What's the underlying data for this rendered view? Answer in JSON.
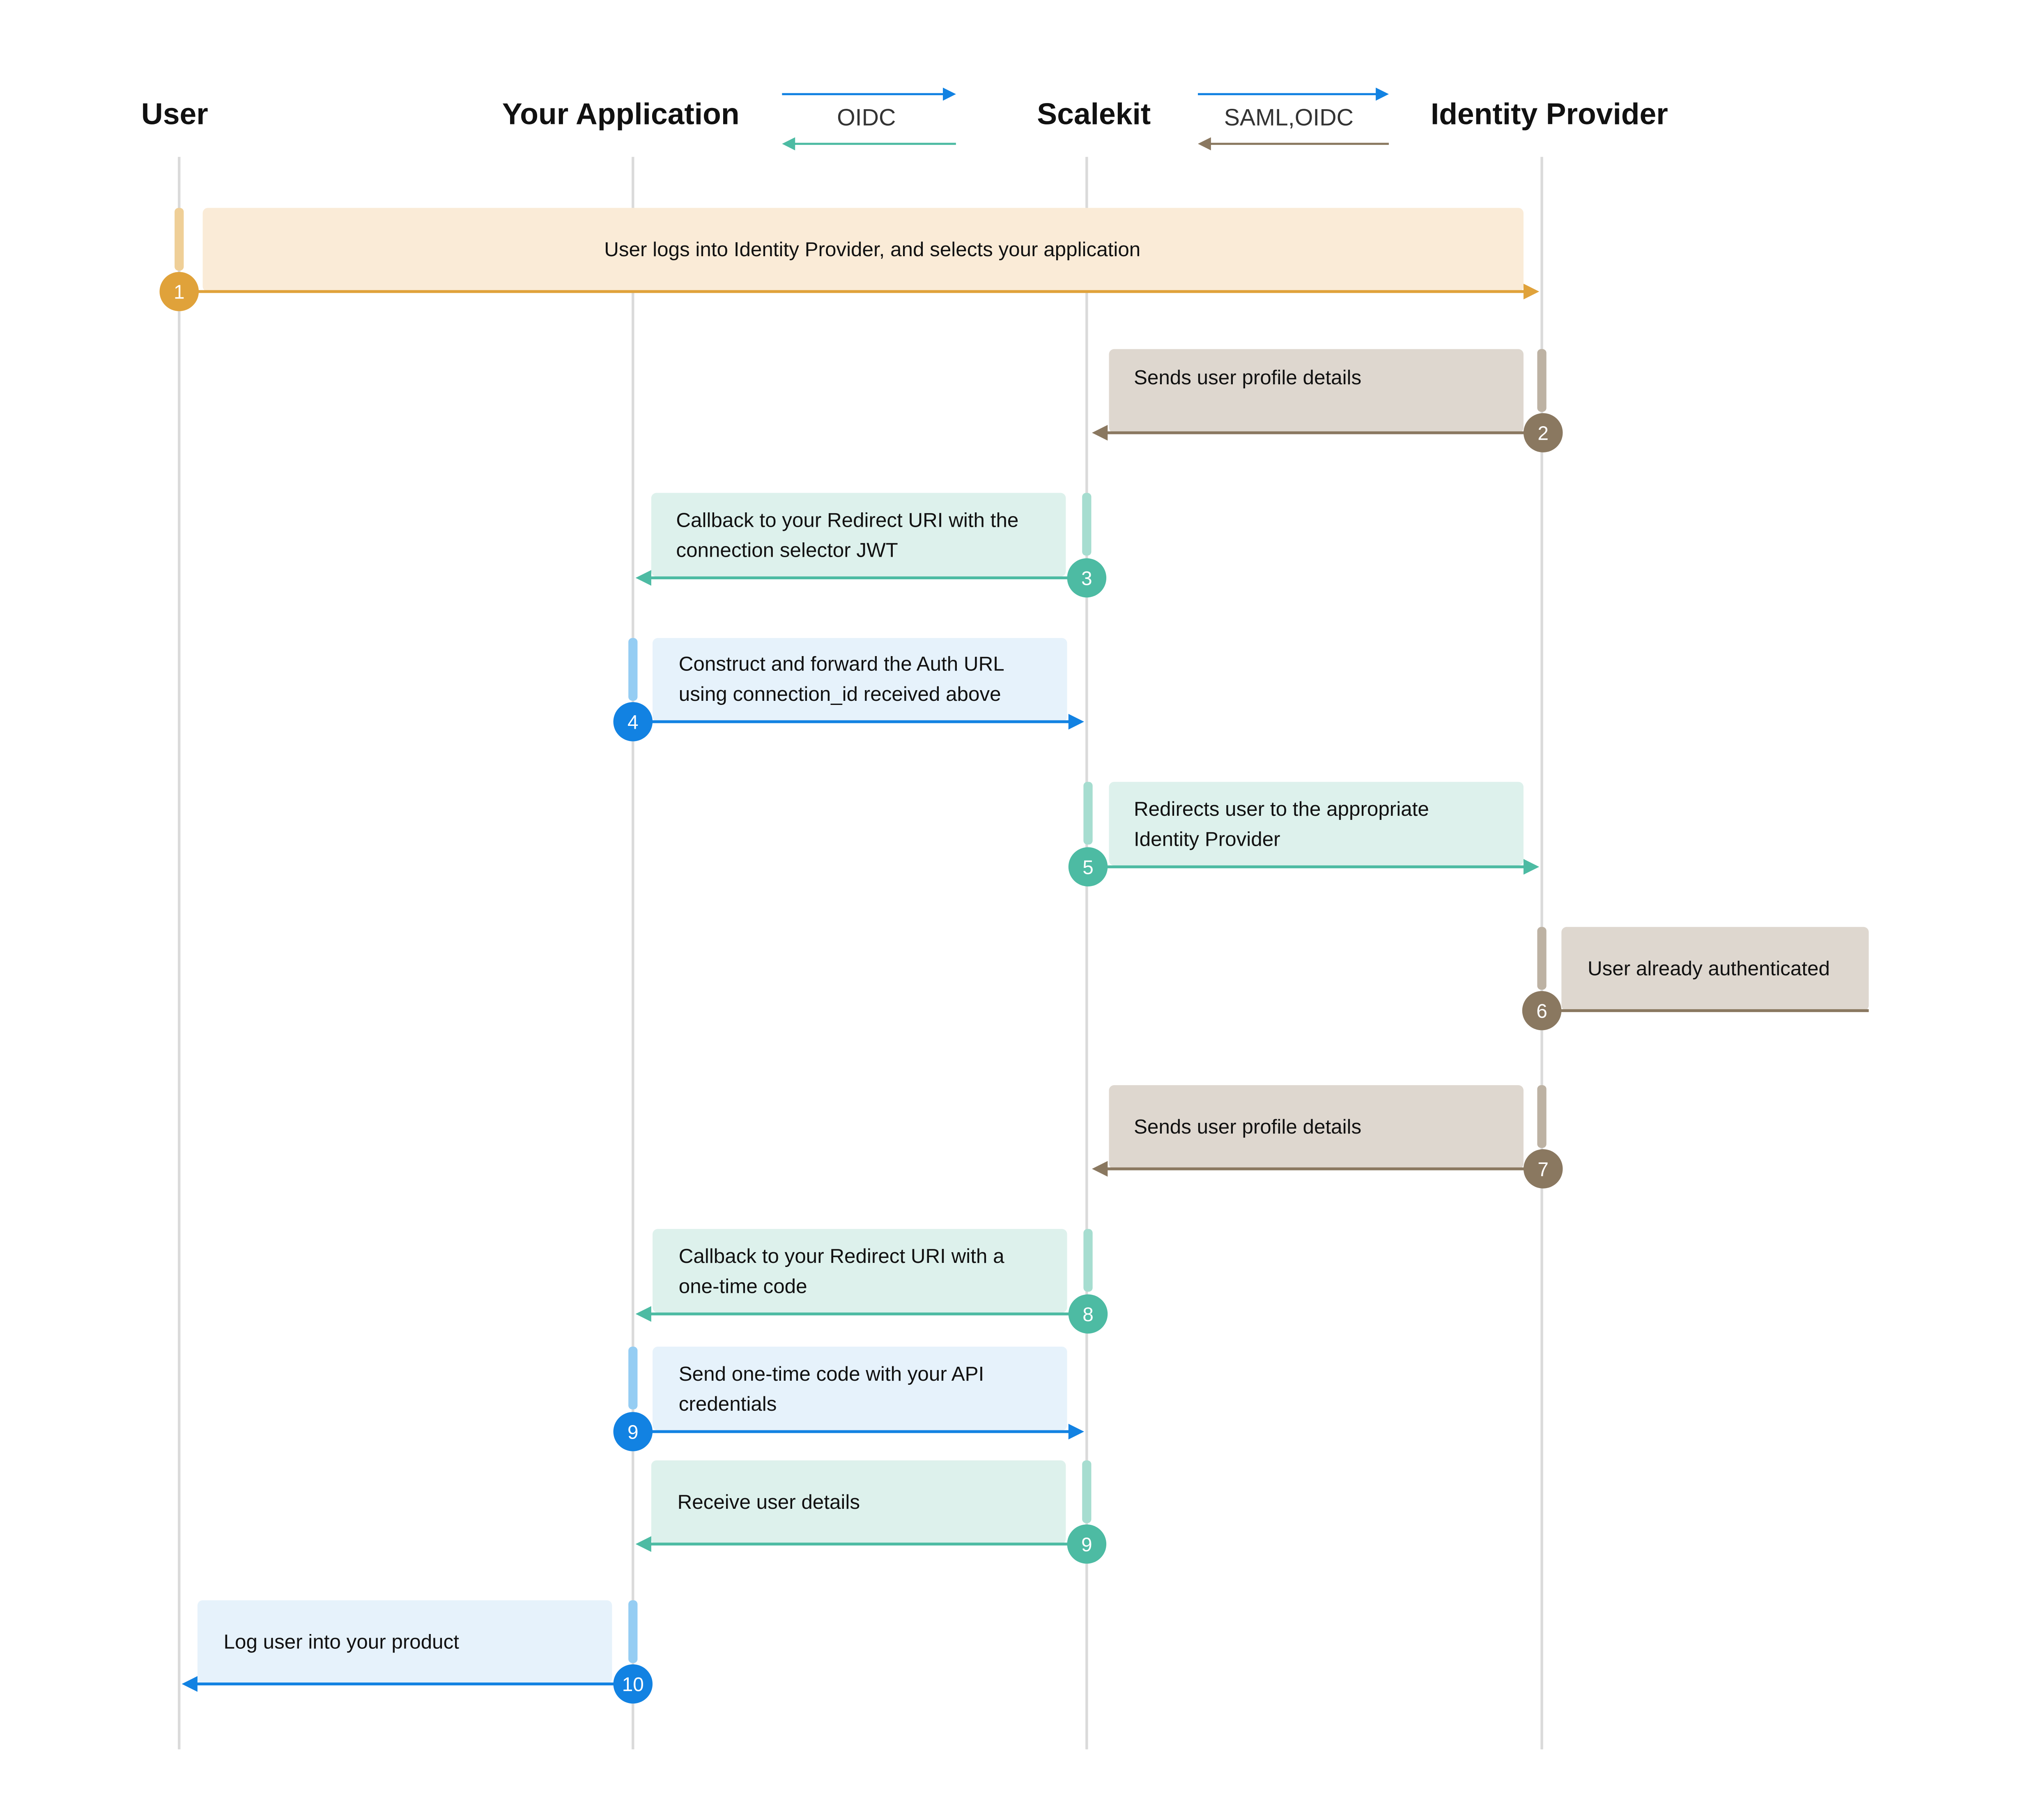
{
  "colors": {
    "user": "#E0A23A",
    "app": "#1282E2",
    "scalekit": "#4DBBA3",
    "idp": "#8A7860",
    "lifeline": "#DADADA",
    "box_user": "#FAEBD7",
    "box_app": "#E6F2FB",
    "box_scalekit": "#DDF1EC",
    "box_idp": "#DED7CF"
  },
  "actors": {
    "user": "User",
    "app": "Your Application",
    "scalekit": "Scalekit",
    "idp": "Identity Provider"
  },
  "legend": {
    "app_scalekit": "OIDC",
    "scalekit_idp": "SAML,OIDC"
  },
  "steps": [
    {
      "number": "1",
      "from": "user",
      "to": "idp",
      "text": "User logs into Identity Provider, and selects your application"
    },
    {
      "number": "2",
      "from": "idp",
      "to": "scalekit",
      "text": "Sends user profile details"
    },
    {
      "number": "3",
      "from": "scalekit",
      "to": "app",
      "text": "Callback to your Redirect URI with the\nconnection selector JWT"
    },
    {
      "number": "4",
      "from": "app",
      "to": "scalekit",
      "text": "Construct and forward the Auth URL\nusing connection_id received above"
    },
    {
      "number": "5",
      "from": "scalekit",
      "to": "idp",
      "text": "Redirects user to the appropriate\nIdentity Provider"
    },
    {
      "number": "6",
      "from": "idp",
      "to": "idp",
      "text": "User already authenticated"
    },
    {
      "number": "7",
      "from": "idp",
      "to": "scalekit",
      "text": "Sends user profile details"
    },
    {
      "number": "8",
      "from": "scalekit",
      "to": "app",
      "text": "Callback to your Redirect URI with a\none-time code"
    },
    {
      "number": "9",
      "from": "app",
      "to": "scalekit",
      "text": "Send one-time code with your API\ncredentials"
    },
    {
      "number": "9",
      "from": "scalekit",
      "to": "app",
      "text": "Receive user details"
    },
    {
      "number": "10",
      "from": "app",
      "to": "user",
      "text": "Log user into your product"
    }
  ]
}
